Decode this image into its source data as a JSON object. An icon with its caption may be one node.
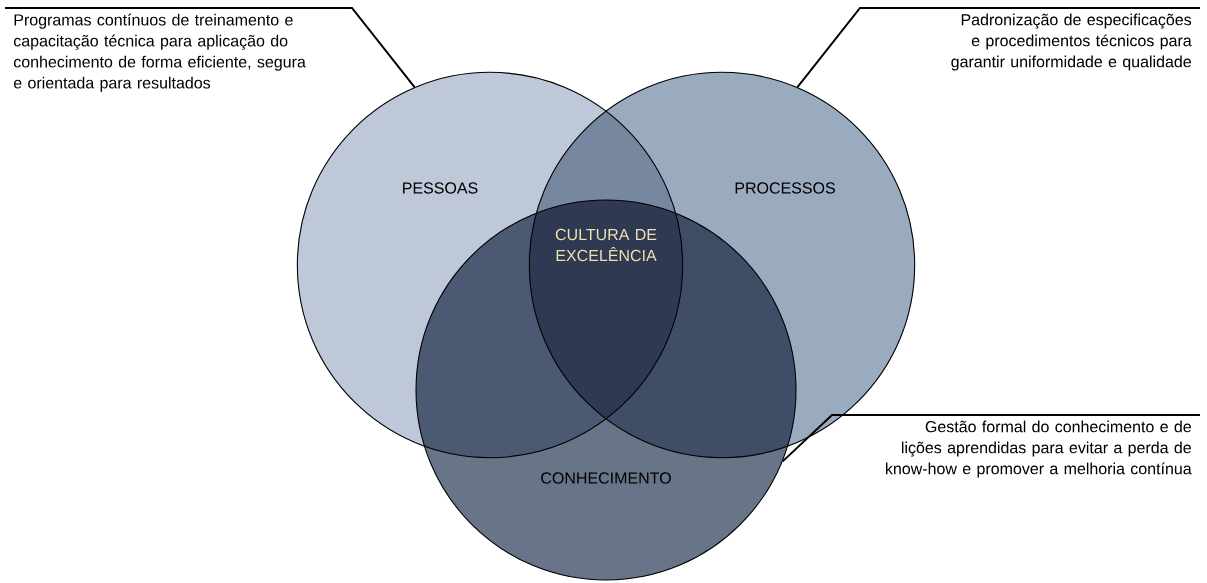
{
  "diagram": {
    "nodes": [
      {
        "text": [
          "PESSOAS"
        ]
      },
      {
        "text": [
          "PROCESSOS"
        ]
      },
      {
        "text": [
          "CONHECIMENTO"
        ]
      },
      {
        "text": [
          "Programas contínuos de treinamento e capacitação técnica para aplicação do conhecimento de forma eficiente, segura e orientada para resultados"
        ]
      },
      {
        "text": [
          "Padronização de especificações e procedimentos técnicos para garantir uniformidade e qualidade"
        ]
      },
      {
        "text": [
          "Gestão formal do conhecimento e de lições aprendidas para evitar a perda de know-how e promover a melhoria contínua"
        ]
      }
    ],
    "edges": [
      {
        "from": 3,
        "to": 0,
        "arrow": "none"
      },
      {
        "from": 4,
        "to": 1,
        "arrow": "none"
      },
      {
        "from": 5,
        "to": 2,
        "arrow": "none"
      }
    ],
    "labels": [
      "CULTURA DE EXCELÊNCIA"
    ]
  }
}
